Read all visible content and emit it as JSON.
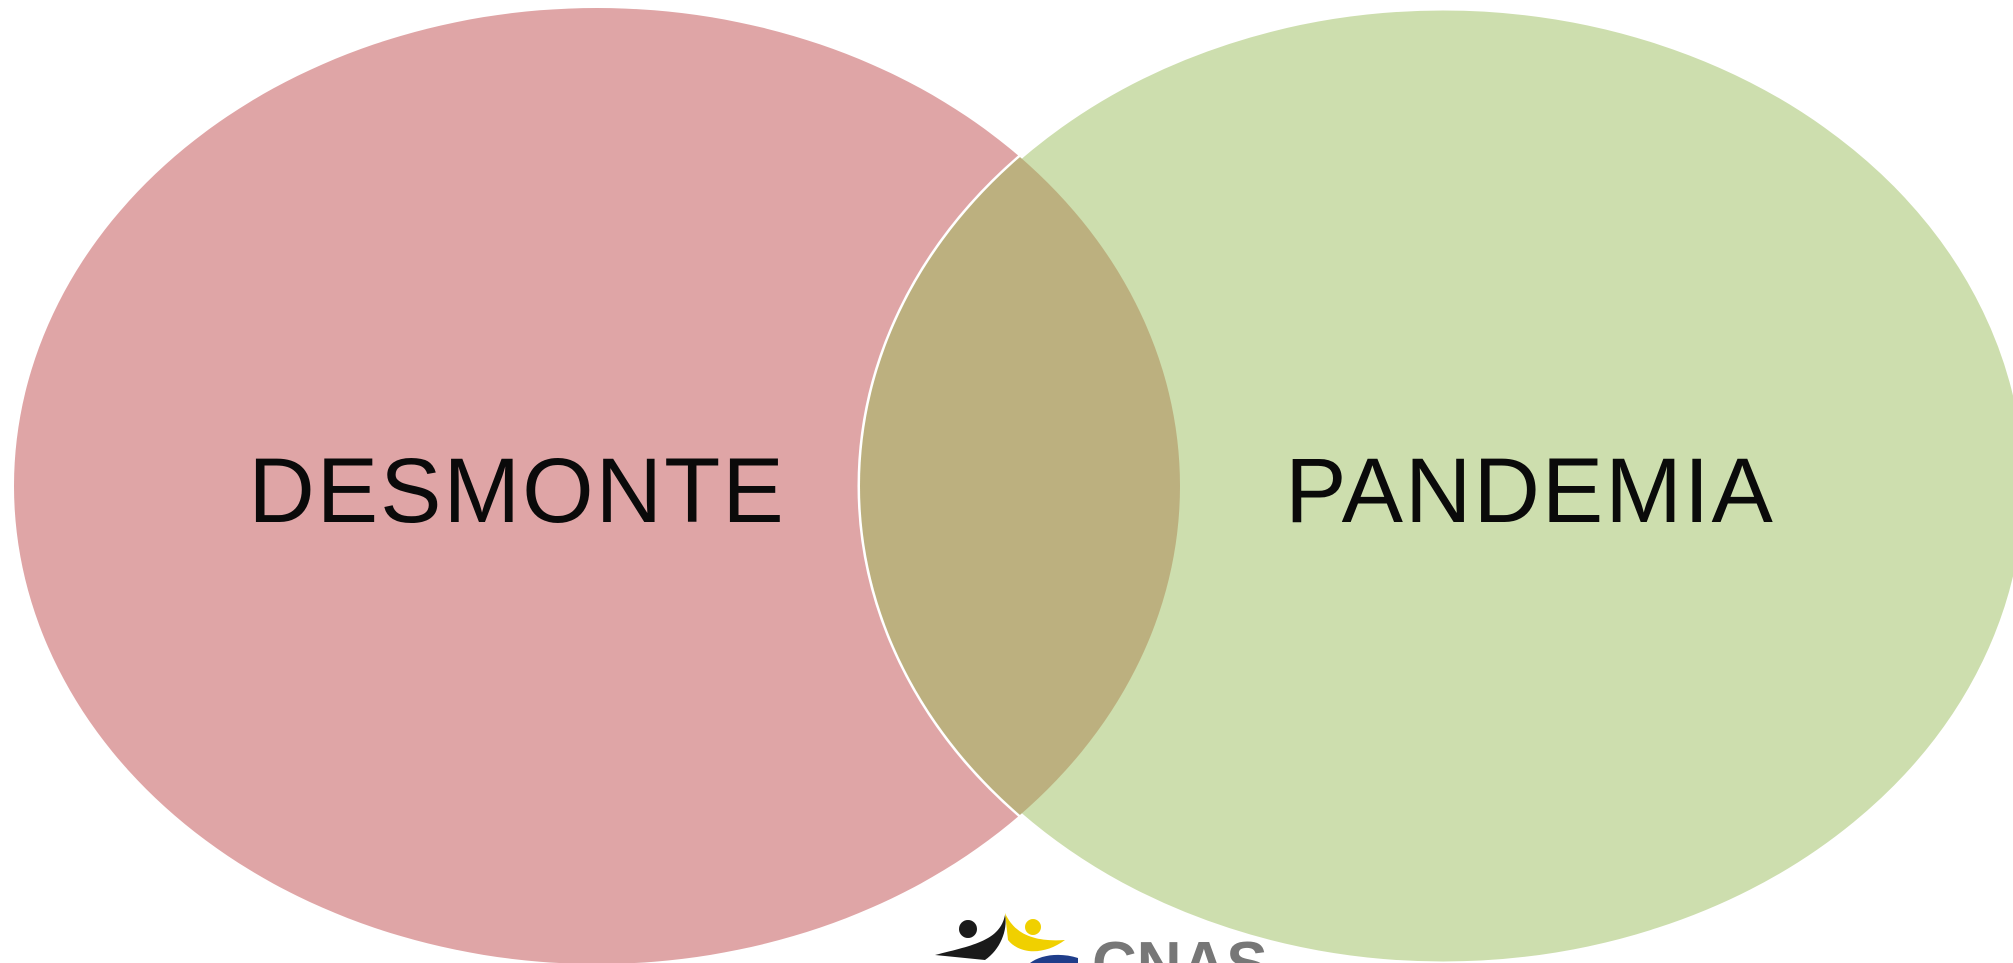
{
  "diagram": {
    "type": "venn",
    "sets": [
      {
        "id": "left",
        "label": "DESMONTE",
        "color": "#dfa5a6"
      },
      {
        "id": "right",
        "label": "PANDEMIA",
        "color": "#cddeae"
      }
    ],
    "overlap": {
      "color": "#bcb07f"
    },
    "outline_color": "#ffffff"
  },
  "logo": {
    "text": "CNAS",
    "icon": "cnas-figures-icon",
    "colors": {
      "dark": "#1a1a1a",
      "yellow": "#f0d000",
      "blue": "#1f3d8a",
      "text": "#777777"
    }
  }
}
